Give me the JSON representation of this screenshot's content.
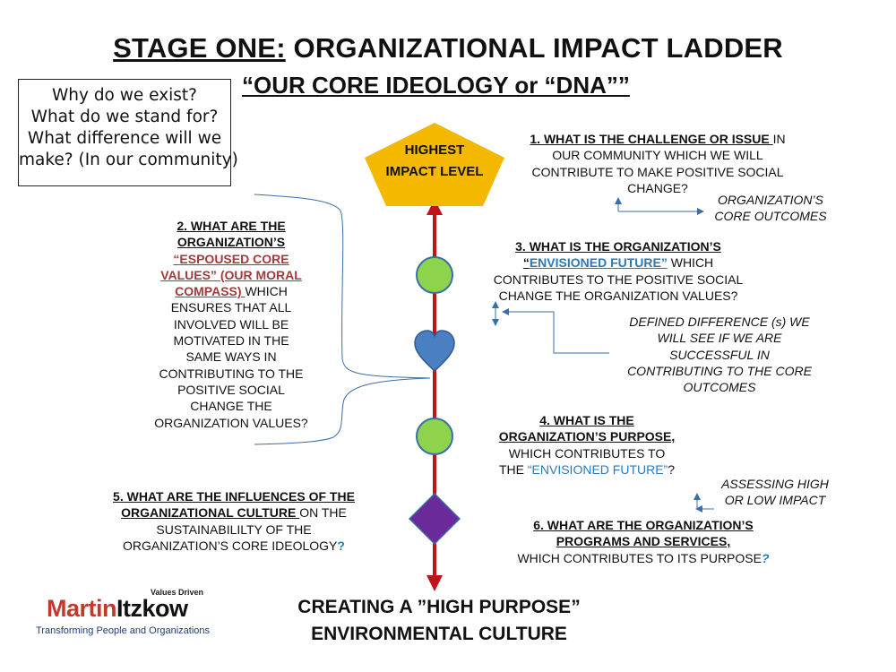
{
  "title": {
    "prefix": "STAGE ONE:",
    "main": " ORGANIZATIONAL IMPACT LADDER"
  },
  "subtitle": "“OUR CORE IDEOLOGY or “DNA””",
  "questions_box": {
    "lines": [
      "Why do we exist?",
      "What do we stand for?",
      "What difference will we",
      "make? (In our community)"
    ]
  },
  "apex": {
    "line1": "HIGHEST",
    "line2": "IMPACT LEVEL",
    "color": "#f5b800"
  },
  "ladder": {
    "pole_color": "#c0141a",
    "circle_color": "#8dd44c",
    "heart_color": "#4a7fc1",
    "diamond_color": "#6a2a9a"
  },
  "q1": {
    "head": "1. WHAT IS THE CHALLENGE OR ISSUE ",
    "rest1": "IN",
    "rest2": "OUR COMMUNITY WHICH WE WILL",
    "rest3": "CONTRIBUTE TO MAKE POSITIVE SOCIAL",
    "rest4": "CHANGE?"
  },
  "note1": {
    "line1": "ORGANIZATION’S",
    "line2": "CORE OUTCOMES"
  },
  "q2": {
    "l1": "2. WHAT ARE THE",
    "l2": "ORGANIZATION’S",
    "l3": "“ESPOUSED CORE",
    "l4": "VALUES” (OUR MORAL",
    "l5": "COMPASS) ",
    "l5b": " WHICH",
    "l6": "ENSURES THAT ALL",
    "l7": "INVOLVED WILL BE",
    "l8": "MOTIVATED IN THE",
    "l9": "SAME WAYS IN",
    "l10": "CONTRIBUTING TO THE",
    "l11": "POSITIVE SOCIAL",
    "l12": "CHANGE THE",
    "l13": "ORGANIZATION VALUES?"
  },
  "q3": {
    "head": "3. WHAT IS THE ORGANIZATION’S",
    "q_open": "“",
    "envisioned": "ENVISIONED FUTURE”",
    "which": " WHICH",
    "l3": "CONTRIBUTES TO THE POSITIVE SOCIAL",
    "l4": "CHANGE THE ORGANIZATION VALUES?"
  },
  "note3": {
    "l1": "DEFINED DIFFERENCE (s) WE",
    "l2": "WILL SEE IF WE ARE",
    "l3": "SUCCESSFUL IN",
    "l4": "CONTRIBUTING TO THE CORE",
    "l5": "OUTCOMES"
  },
  "q4": {
    "l1": "4. WHAT IS THE",
    "l2": "ORGANIZATION’S  PURPOSE,",
    "l3": "WHICH CONTRIBUTES TO",
    "l4a": "THE ",
    "l4b": "“ENVISIONED FUTURE”",
    "l4c": "?"
  },
  "note4": {
    "l1": "ASSESSING HIGH",
    "l2": "OR LOW IMPACT"
  },
  "q5": {
    "l1": "5. WHAT ARE THE INFLUENCES OF THE",
    "l2a": "ORGANIZATIONAL CULTURE ",
    "l2b": "ON THE",
    "l3": "SUSTAINABILILTY OF THE",
    "l4a": "ORGANIZATION’S CORE IDEOLOGY",
    "l4b": "?"
  },
  "q6": {
    "l1": "6. WHAT ARE THE ORGANIZATION’S",
    "l2": "PROGRAMS AND SERVICES,",
    "l3a": "WHICH CONTRIBUTES TO ITS PURPOSE",
    "l3b": "?"
  },
  "bottom": {
    "line1": "CREATING A ”HIGH PURPOSE”",
    "line2": "ENVIRONMENTAL CULTURE"
  },
  "logo": {
    "tagline_top": "Values Driven",
    "first": "Martin",
    "last": "Itzkow",
    "tagline": "Transforming People and Organizations"
  }
}
